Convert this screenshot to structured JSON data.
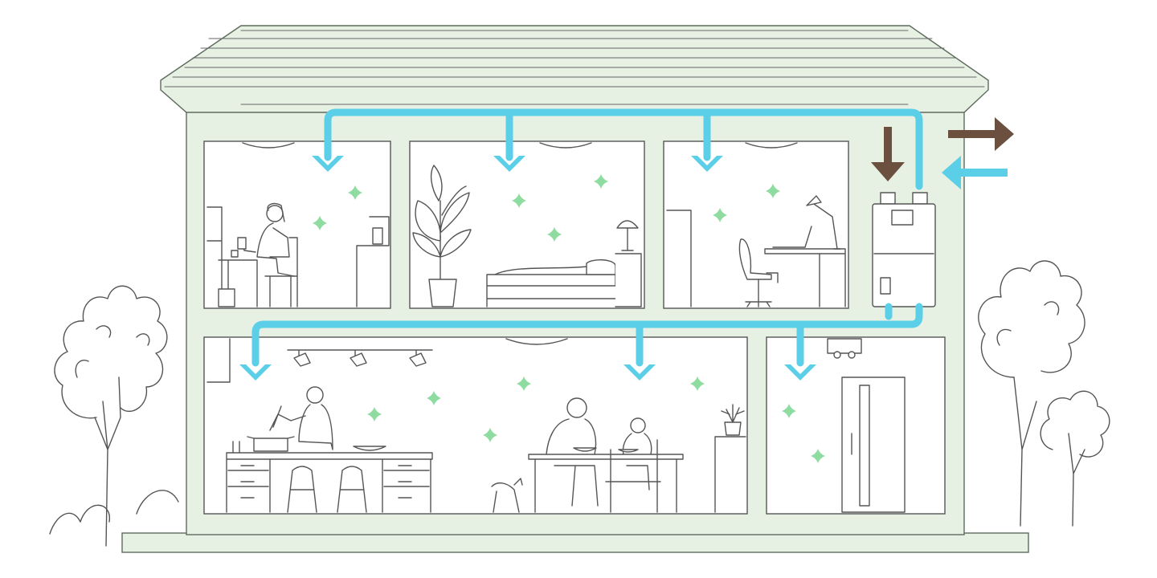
{
  "colors": {
    "house_fill": "#e6f1e4",
    "room_fill": "#ffffff",
    "line": "#555555",
    "supply_air": "#5bcfe8",
    "exhaust_air": "#6b5040",
    "sparkle": "#8fdca0"
  },
  "icons": {
    "supply_arrow": "arrow-down-icon",
    "exhaust_arrow": "arrow-right-icon",
    "intake_arrow": "arrow-left-icon",
    "sparkle": "sparkle-icon",
    "ventilation_unit": "ventilation-unit-icon",
    "tree": "tree-icon"
  },
  "rooms": [
    {
      "id": "study"
    },
    {
      "id": "bedroom"
    },
    {
      "id": "office"
    },
    {
      "id": "living-kitchen"
    },
    {
      "id": "entrance"
    }
  ]
}
